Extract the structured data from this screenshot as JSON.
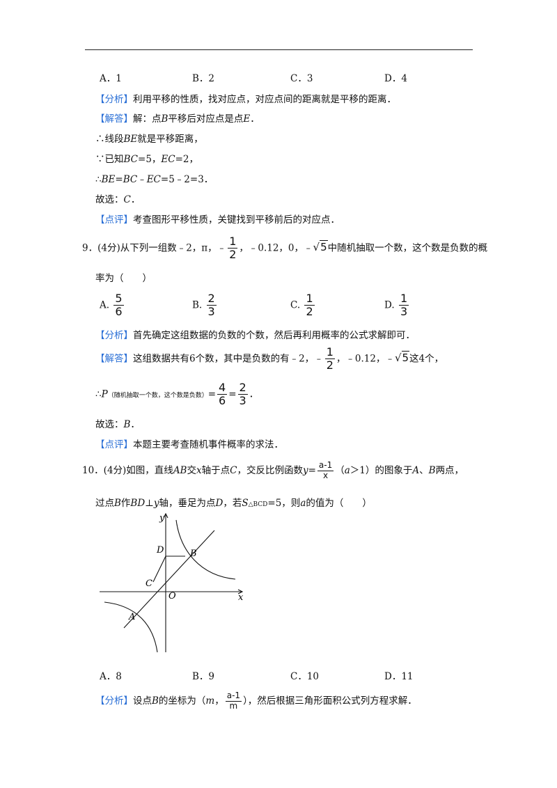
{
  "q8": {
    "options": [
      "A．1",
      "B．2",
      "C．3",
      "D．4"
    ],
    "analysis_tag": "【分析】",
    "analysis": "利用平移的性质，找对应点，对应点间的距离就是平移的距离．",
    "solution_tag": "【解答】",
    "solution": [
      "解：点",
      "B",
      "平移后对应点是点",
      "E",
      "．"
    ],
    "line2": [
      "∴线段",
      "BE",
      "就是平移距离，"
    ],
    "line3": [
      "∵已知",
      "BC",
      "=5，",
      "EC",
      "=2，"
    ],
    "line4": [
      "∴",
      "BE",
      "=",
      "BC",
      "﹣",
      "EC",
      "=5﹣2=3．"
    ],
    "answer": [
      "故选：",
      "C",
      "．"
    ],
    "review_tag": "【点评】",
    "review": "考查图形平移性质，关键找到平移前后的对应点．"
  },
  "q9": {
    "stem_a": "9．(4分)从下列一组数﹣2，π，﹣",
    "half_num": "1",
    "half_den": "2",
    "stem_b": "，﹣0.12，0，﹣",
    "sqrt_val": "5",
    "stem_c": "中随机抽取一个数，这个数是负数的概",
    "stem_d": "率为（　　）",
    "options": [
      {
        "label": "A.",
        "num": "5",
        "den": "6"
      },
      {
        "label": "B.",
        "num": "2",
        "den": "3"
      },
      {
        "label": "C.",
        "num": "1",
        "den": "2"
      },
      {
        "label": "D.",
        "num": "1",
        "den": "3"
      }
    ],
    "analysis_tag": "【分析】",
    "analysis": "首先确定这组数据的负数的个数，然后再利用概率的公式求解即可．",
    "solution_tag": "【解答】",
    "solution_a": "这组数据共有6个数，其中是负数的有﹣2，﹣",
    "solution_b": "，﹣0.12，﹣",
    "solution_c": "这4个，",
    "prob_prefix": "∴",
    "prob_p": "P",
    "prob_sub": "（随机抽取一个数，这个数是负数）",
    "prob_eq": "=",
    "prob_num1": "4",
    "prob_den1": "6",
    "prob_eq2": "=",
    "prob_num2": "2",
    "prob_den2": "3",
    "prob_end": "．",
    "answer": [
      "故选：",
      "B",
      "．"
    ],
    "review_tag": "【点评】",
    "review": "本题主要考查随机事件概率的求法．"
  },
  "q10": {
    "stem_a": "10．(4分)如图，直线",
    "ab": "AB",
    "stem_b": "交",
    "x": "x",
    "stem_c": "轴于点",
    "c": "C",
    "stem_d": "，交反比例函数",
    "y": "y",
    "stem_e": "=",
    "f_num": "a-1",
    "f_den": "x",
    "stem_f": "（",
    "a": "a",
    "stem_g": "＞1）的图象于",
    "A": "A",
    "stem_h": "、",
    "B": "B",
    "stem_i": "两点，",
    "line2_a": "过点",
    "line2_b": "B",
    "line2_c": "作",
    "line2_d": "BD",
    "line2_e": "⊥",
    "line2_f": "y",
    "line2_g": "轴，垂足为点",
    "line2_h": "D",
    "line2_i": "，若",
    "line2_s": "S",
    "line2_sub": "△BCD",
    "line2_j": "=5，则",
    "line2_k": "a",
    "line2_l": "的值为（　　）",
    "figure_labels": {
      "y": "y",
      "x": "x",
      "D": "D",
      "B": "B",
      "C": "C",
      "O": "O",
      "A": "A"
    },
    "options": [
      "A．8",
      "B．9",
      "C．10",
      "D．11"
    ],
    "analysis_tag": "【分析】",
    "analysis_a": "设点",
    "analysis_b": "B",
    "analysis_c": "的坐标为（",
    "analysis_m": "m",
    "analysis_d": "，",
    "an_num": "a-1",
    "an_den": "m",
    "analysis_e": "），然后根据三角形面积公式列方程求解．"
  },
  "colors": {
    "tag": "#2a6fd6",
    "text": "#111111"
  }
}
